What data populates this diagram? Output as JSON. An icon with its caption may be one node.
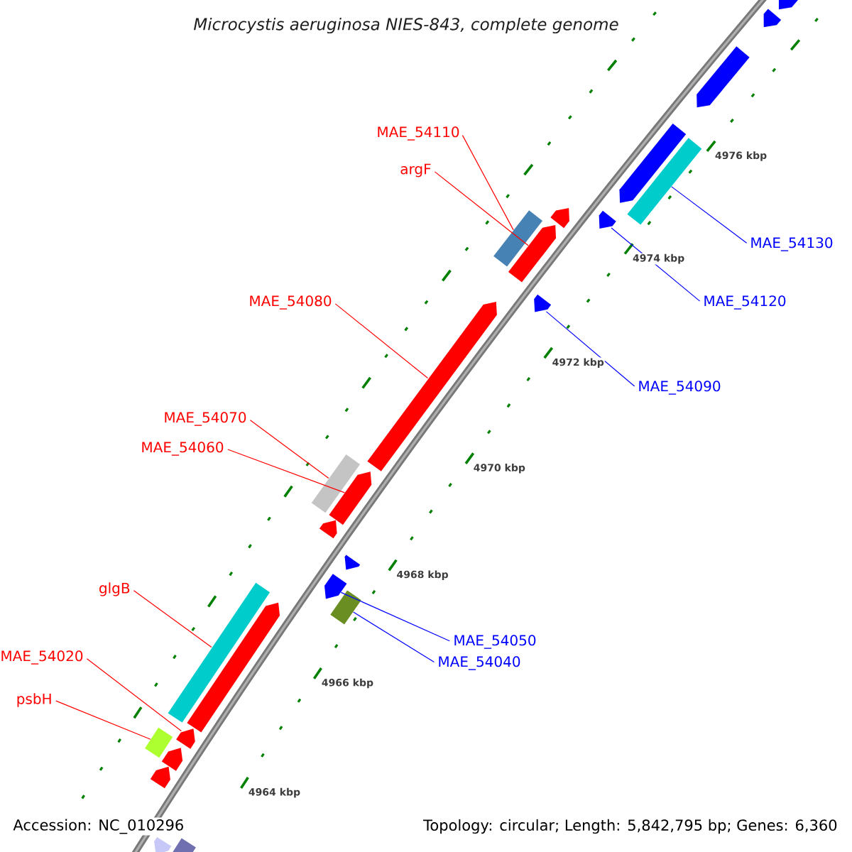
{
  "diagram": {
    "title": "Microcystis aeruginosa NIES-843, complete genome",
    "nodes": [
      {
        "text": [
          "MAE_54110"
        ]
      },
      {
        "text": [
          "argF"
        ]
      },
      {
        "text": [
          "MAE_54130"
        ]
      },
      {
        "text": [
          "MAE_54120"
        ]
      },
      {
        "text": [
          "MAE_54080"
        ]
      },
      {
        "text": [
          "MAE_54090"
        ]
      },
      {
        "text": [
          "MAE_54070"
        ]
      },
      {
        "text": [
          "MAE_54060"
        ]
      },
      {
        "text": [
          "glgB"
        ]
      },
      {
        "text": [
          "MAE_54050"
        ]
      },
      {
        "text": [
          "MAE_54020"
        ]
      },
      {
        "text": [
          "MAE_54040"
        ]
      },
      {
        "text": [
          "psbH"
        ]
      },
      {
        "text": [],
        "shape": "arrow"
      },
      {
        "text": [],
        "shape": "arrow"
      },
      {
        "text": [],
        "shape": "arrow"
      },
      {
        "text": [],
        "shape": "arrow"
      },
      {
        "text": [],
        "shape": "box"
      },
      {
        "text": [],
        "shape": "arrow"
      },
      {
        "text": [],
        "shape": "arrow"
      },
      {
        "text": [],
        "shape": "box"
      },
      {
        "text": [],
        "shape": "arrow"
      },
      {
        "text": [],
        "shape": "arrow"
      },
      {
        "text": [],
        "shape": "arrow"
      },
      {
        "text": [],
        "shape": "box"
      },
      {
        "text": [],
        "shape": "arrow"
      },
      {
        "text": [],
        "shape": "arrow"
      },
      {
        "text": [],
        "shape": "arrow"
      },
      {
        "text": [],
        "shape": "arrow"
      },
      {
        "text": [],
        "shape": "box"
      },
      {
        "text": [],
        "shape": "box"
      },
      {
        "text": [],
        "shape": "arrow"
      },
      {
        "text": [],
        "shape": "arrow"
      },
      {
        "text": [],
        "shape": "box"
      },
      {
        "text": [],
        "shape": "arrow"
      },
      {
        "text": [],
        "shape": "arrow"
      },
      {
        "text": [],
        "shape": "arrow"
      },
      {
        "text": [],
        "shape": "box"
      }
    ],
    "edges": [
      {
        "from": 0,
        "to": 20,
        "arrow": "none"
      },
      {
        "from": 1,
        "to": 21,
        "arrow": "none"
      },
      {
        "from": 2,
        "to": 17,
        "arrow": "none",
        "color": "#0000ff"
      },
      {
        "from": 3,
        "to": 19,
        "arrow": "none",
        "color": "#0000ff"
      },
      {
        "from": 4,
        "to": 23,
        "arrow": "none"
      },
      {
        "from": 5,
        "to": 22,
        "arrow": "none",
        "color": "#0000ff"
      },
      {
        "from": 6,
        "to": 24,
        "arrow": "none"
      },
      {
        "from": 7,
        "to": 25,
        "arrow": "none"
      },
      {
        "from": 8,
        "to": 30,
        "arrow": "none"
      },
      {
        "from": 9,
        "to": 28,
        "arrow": "none",
        "color": "#0000ff"
      },
      {
        "from": 10,
        "to": 32,
        "arrow": "none"
      },
      {
        "from": 11,
        "to": 29,
        "arrow": "none",
        "color": "#0000ff"
      },
      {
        "from": 12,
        "to": 33,
        "arrow": "none"
      }
    ],
    "labels": [
      "4976 kbp",
      "4974 kbp",
      "4972 kbp",
      "4970 kbp",
      "4968 kbp",
      "4966 kbp",
      "4964 kbp",
      "Accession: NC_010296",
      "Topology: circular; Length: 5,842,795 bp; Genes: 6,360"
    ]
  }
}
